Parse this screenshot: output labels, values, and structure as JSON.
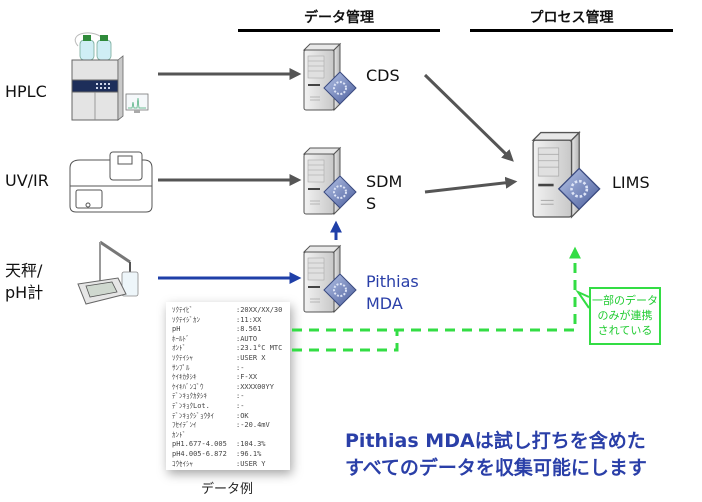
{
  "headers": {
    "data_management": "データ管理",
    "process_management": "プロセス管理"
  },
  "instruments": [
    {
      "label": "HPLC",
      "icon": "hplc-icon"
    },
    {
      "label": "UV/IR",
      "icon": "spectrophotometer-icon"
    },
    {
      "label_line1": "天秤/",
      "label_line2": "pH計",
      "icon": "ph-meter-icon"
    }
  ],
  "servers": {
    "cds": {
      "label": "CDS"
    },
    "sdms": {
      "label_line1": "SDM",
      "label_line2": "S"
    },
    "pithias": {
      "label_line1": "Pithias",
      "label_line2": "MDA"
    },
    "lims": {
      "label": "LIMS"
    }
  },
  "printout": {
    "rows": [
      {
        "key": "ｿｸﾃｲﾋﾞ",
        "value": ":20XX/XX/30"
      },
      {
        "key": "ｿｸﾃｲｼﾞｶﾝ",
        "value": ":11:XX"
      },
      {
        "key": "pH",
        "value": ":8.561"
      },
      {
        "key": "ﾎｰﾙﾄﾞ",
        "value": ":AUTO"
      },
      {
        "key": "ｵﾝﾄﾞ",
        "value": ":23.1°C MTC"
      },
      {
        "key": "ｿｸﾃｲｼｬ",
        "value": ":USER X"
      },
      {
        "key": "ｻﾝﾌﾟﾙ",
        "value": ":-"
      },
      {
        "key": "ｹｲｷｶﾀｼｷ",
        "value": ":F-XX"
      },
      {
        "key": "ｹｲｷﾊﾞﾝｺﾞｳ",
        "value": ":XXXX00YY"
      },
      {
        "key": "ﾃﾞﾝｷｮｸｶﾀｼｷ",
        "value": ":-"
      },
      {
        "key": "ﾃﾞﾝｷｮｸLot.",
        "value": ":-"
      },
      {
        "key": "ﾃﾞﾝｷｮｸｼﾞｮｳﾀｲ",
        "value": ":OK"
      },
      {
        "key": "ﾌｾｲﾃﾞﾝｲ",
        "value": ":-20.4mV"
      },
      {
        "key": "ｶﾝﾄﾞ",
        "value": ""
      },
      {
        "key": "pH1.677-4.005",
        "value": ":104.3%"
      },
      {
        "key": "pH4.005-6.872",
        "value": ":96.1%"
      },
      {
        "key": "ｺｳｾｲｼｬ",
        "value": ":USER Y"
      }
    ],
    "caption": "データ例"
  },
  "callout": {
    "line1": "一部のデータ",
    "line2": "のみが連携",
    "line3": "されている"
  },
  "message": {
    "line1": "Pithias MDAは試し打ちを含めた",
    "line2": "すべてのデータを収集可能にします"
  },
  "colors": {
    "gray_arrow": "#555555",
    "blue_arrow": "#1f3fa8",
    "green_dash": "#33dd44",
    "blue_text": "#2a3fa8"
  }
}
